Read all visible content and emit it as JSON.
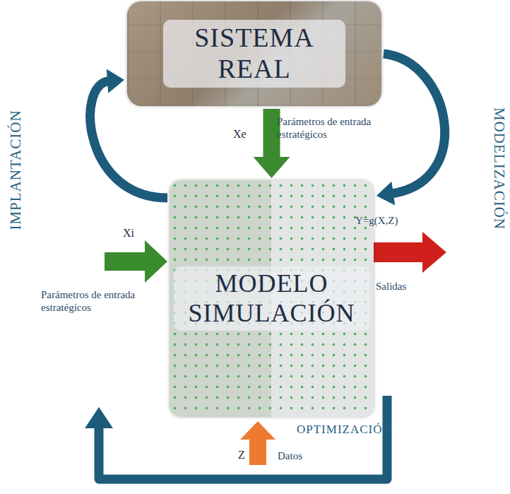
{
  "diagram": {
    "nodes": [
      {
        "text": [
          "SISTEMA REAL"
        ]
      },
      {
        "text": [
          "MODELO SIMULACIÓN"
        ]
      }
    ],
    "edges": [
      {
        "from": 0,
        "to": 1,
        "arrow": "to",
        "label": "MODELIZACIÓN"
      },
      {
        "from": 1,
        "to": 0,
        "arrow": "to",
        "label": "IMPLANTACIÓN"
      },
      {
        "from": 0,
        "to": 1,
        "arrow": "to",
        "label": "Xe"
      }
    ],
    "labels": [
      "Parámetros de entrada estratégicos",
      "Xi",
      "Parámetros de entrada estratégicos",
      "Y=g(X,Z)",
      "Salidas",
      "OPTIMIZACIÓN",
      "Z",
      "Datos"
    ]
  }
}
